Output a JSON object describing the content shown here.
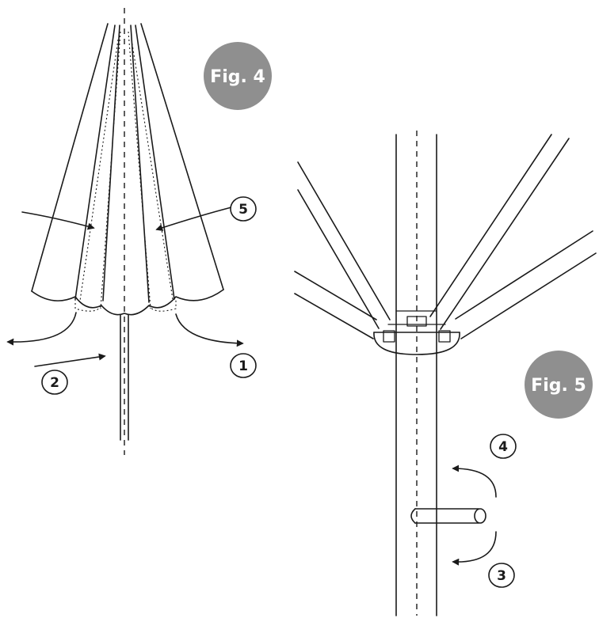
{
  "figures": {
    "fig4": {
      "label": "Fig. 4",
      "color": "#8f8f8f"
    },
    "fig5": {
      "label": "Fig. 5",
      "color": "#8f8f8f"
    }
  },
  "steps": {
    "s1": "1",
    "s2": "2",
    "s3": "3",
    "s4": "4",
    "s5": "5"
  }
}
